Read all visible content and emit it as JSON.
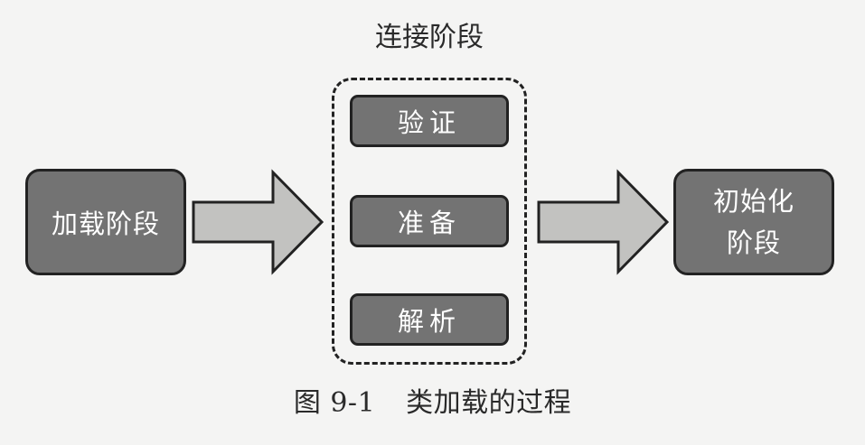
{
  "connect_stage": {
    "title": "连接阶段",
    "steps": [
      {
        "label": "验证"
      },
      {
        "label": "准备"
      },
      {
        "label": "解析"
      }
    ]
  },
  "load_stage": {
    "label": "加载阶段"
  },
  "init_stage": {
    "line1": "初始化",
    "line2": "阶段"
  },
  "caption": {
    "figure_number": "图 9-1",
    "text": "类加载的过程"
  },
  "colors": {
    "box_fill": "#737373",
    "arrow_fill": "#c2c2c0",
    "outline": "#222222"
  }
}
